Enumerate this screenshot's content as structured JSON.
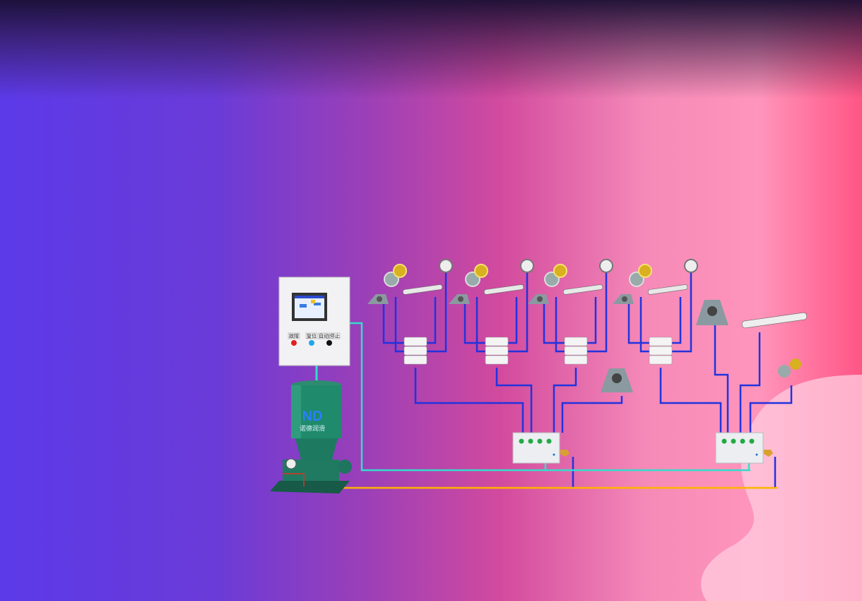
{
  "control_panel": {
    "buttons": [
      {
        "label": "故障",
        "color": "#e02020"
      },
      {
        "label": "复位",
        "color": "#20a8e8"
      },
      {
        "label": "自动|停止",
        "color": "#111111"
      }
    ]
  },
  "pump": {
    "logo": "ND",
    "brand": "诺德润滑"
  },
  "colors": {
    "pipe": "#2233dd",
    "signal": "#33ddcc",
    "power": "#ffb400"
  }
}
